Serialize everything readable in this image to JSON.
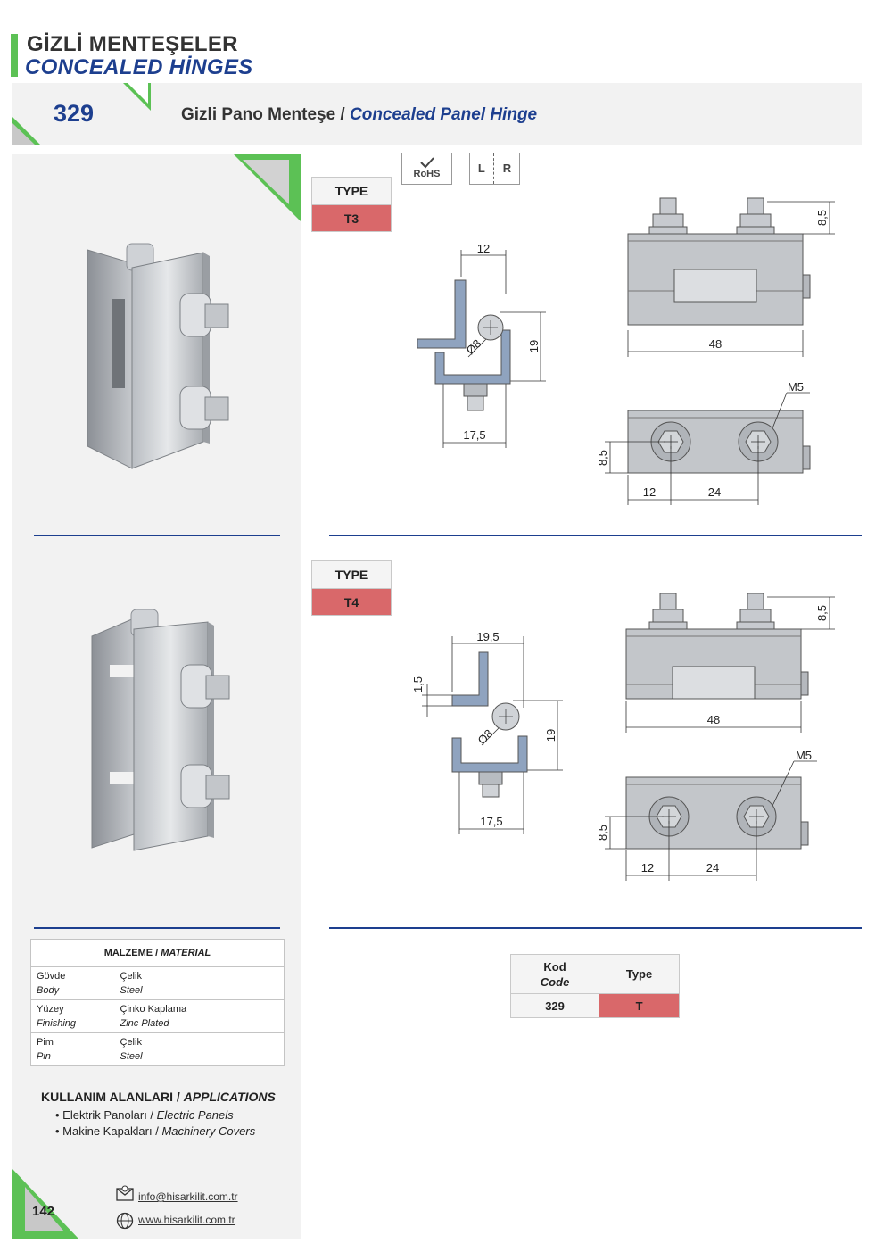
{
  "header": {
    "title_tr": "GİZLİ MENTEŞELER",
    "title_en": "CONCEALED HİNGES"
  },
  "product": {
    "number": "329",
    "name_tr": "Gizli Pano Menteşe /",
    "name_en": "Concealed Panel Hinge"
  },
  "badges": {
    "rohs": "RoHS",
    "lr_left": "L",
    "lr_right": "R"
  },
  "variants": [
    {
      "type_label": "TYPE",
      "type_value": "T3",
      "dims": {
        "top_width": "12",
        "pin_dia": "Ø8",
        "height": "19",
        "base_width": "17,5",
        "length": "48",
        "stud_h": "8,5",
        "thread": "M5",
        "edge": "8,5",
        "hole1": "12",
        "pitch": "24"
      }
    },
    {
      "type_label": "TYPE",
      "type_value": "T4",
      "dims": {
        "top_width": "19,5",
        "thickness": "1,5",
        "pin_dia": "Ø8",
        "height": "19",
        "base_width": "17,5",
        "length": "48",
        "stud_h": "8,5",
        "thread": "M5",
        "edge": "8,5",
        "hole1": "12",
        "pitch": "24"
      }
    }
  ],
  "material": {
    "heading_tr": "MALZEME /",
    "heading_en": "MATERIAL",
    "rows": [
      {
        "part_tr": "Gövde",
        "part_en": "Body",
        "mat_tr": "Çelik",
        "mat_en": "Steel"
      },
      {
        "part_tr": "Yüzey",
        "part_en": "Finishing",
        "mat_tr": "Çinko Kaplama",
        "mat_en": "Zinc Plated"
      },
      {
        "part_tr": "Pim",
        "part_en": "Pin",
        "mat_tr": "Çelik",
        "mat_en": "Steel"
      }
    ]
  },
  "applications": {
    "heading_tr": "KULLANIM ALANLARI /",
    "heading_en": "APPLICATIONS",
    "items": [
      {
        "tr": "• Elektrik Panoları /",
        "en": "Electric Panels"
      },
      {
        "tr": "• Makine Kapakları /",
        "en": "Machinery Covers"
      }
    ]
  },
  "code_table": {
    "col1_tr": "Kod",
    "col1_en": "Code",
    "col2": "Type",
    "code": "329",
    "type": "T"
  },
  "footer": {
    "page": "142",
    "email": "info@hisarkilit.com.tr",
    "web": "www.hisarkilit.com.tr"
  },
  "colors": {
    "accent_green": "#5cc155",
    "brand_blue": "#1d3f8f",
    "type_red": "#d9686a"
  }
}
